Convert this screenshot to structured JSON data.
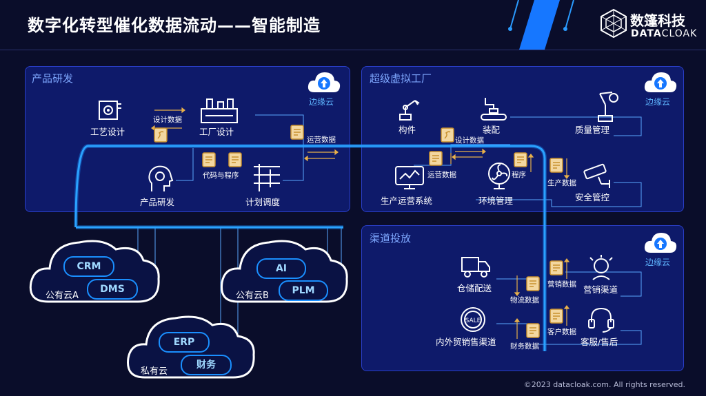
{
  "title": "数字化转型催化数据流动——智能制造",
  "logo": {
    "cn": "数篷科技",
    "en_bold": "DATA",
    "en_light": "CLOAK"
  },
  "panels": {
    "rd": {
      "title": "产品研发",
      "edge": "边缘云",
      "nodes": {
        "craft": "工艺设计",
        "factory": "工厂设计",
        "product": "产品研发",
        "plan": "计划调度"
      },
      "flows": {
        "design": "设计数据",
        "code": "代码与程序",
        "ops": "运营数据"
      }
    },
    "factory": {
      "title": "超级虚拟工厂",
      "edge": "边缘云",
      "nodes": {
        "part": "构件",
        "assembly": "装配",
        "quality": "质量管理",
        "prodsys": "生产运营系统",
        "env": "环境管理",
        "safety": "安全管控"
      },
      "flows": {
        "design": "设计数据",
        "ops": "运营数据",
        "program": "程序",
        "proddata": "生产数据"
      }
    },
    "channel": {
      "title": "渠道投放",
      "edge": "边缘云",
      "nodes": {
        "warehouse": "仓储配送",
        "sales": "营销渠道",
        "trade": "内外贸销售渠道",
        "service": "客服/售后"
      },
      "flows": {
        "marketing": "营销数据",
        "logistics": "物流数据",
        "customer": "客户数据",
        "finance": "财务数据"
      }
    }
  },
  "clouds": {
    "a": {
      "label": "公有云A",
      "items": [
        "CRM",
        "DMS"
      ]
    },
    "b": {
      "label": "公有云B",
      "items": [
        "AI",
        "PLM"
      ]
    },
    "private": {
      "label": "私有云",
      "items": [
        "ERP",
        "财务"
      ]
    }
  },
  "copyright": "©2023 datacloak.com. All rights reserved."
}
